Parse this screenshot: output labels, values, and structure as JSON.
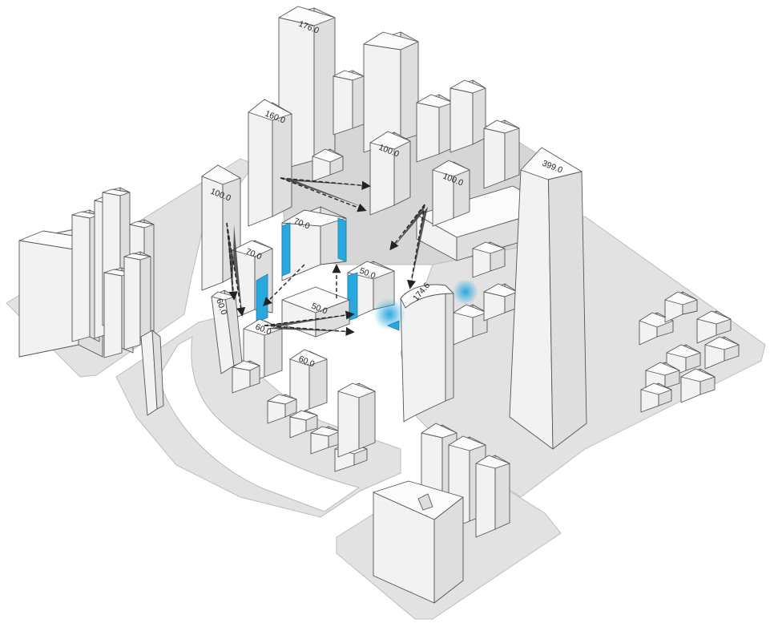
{
  "buildings": [
    {
      "id": "tower-176",
      "height_label": "176.0"
    },
    {
      "id": "tower-160",
      "height_label": "160.0"
    },
    {
      "id": "tower-100-west",
      "height_label": "100.0"
    },
    {
      "id": "tower-100-north",
      "height_label": "100.0"
    },
    {
      "id": "tower-100-east",
      "height_label": "100.0"
    },
    {
      "id": "tower-399",
      "height_label": "399.0"
    },
    {
      "id": "tower-174",
      "height_label": "174.6"
    },
    {
      "id": "block-70-west",
      "height_label": "70.0"
    },
    {
      "id": "block-70-north",
      "height_label": "70.0"
    },
    {
      "id": "block-50-east",
      "height_label": "50.0"
    },
    {
      "id": "block-50-center",
      "height_label": "50.0"
    },
    {
      "id": "block-60-southwest",
      "height_label": "60.0"
    },
    {
      "id": "block-60-south",
      "height_label": "60.0"
    },
    {
      "id": "block-60-southeast",
      "height_label": "60.0"
    }
  ],
  "colors": {
    "accent": "#29a8e0",
    "ground": "#e2e2e2",
    "building_top": "#fbfbfb",
    "building_shade": "#dedede",
    "arrow": "#222222"
  }
}
